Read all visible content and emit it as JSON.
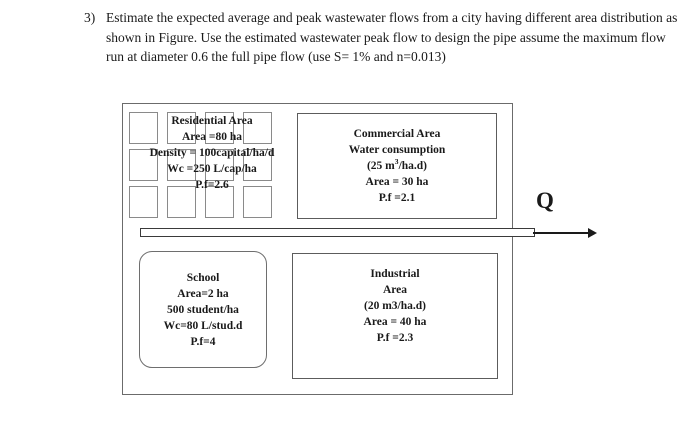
{
  "question": {
    "number": "3)",
    "text": "Estimate the expected average and peak wastewater flows from a city having different area distribution as shown in Figure. Use the estimated wastewater peak flow to design the pipe assume the maximum flow run at diameter 0.6 the full pipe flow (use S=  1% and n=0.013)"
  },
  "figure": {
    "residential": {
      "title": "Residential Area",
      "area": "Area =80 ha",
      "density": "Density = 100capital/ha/d",
      "wc": "Wc =250 L/cap/ha",
      "pf": "P.f=2.6",
      "grid_cols": 4,
      "grid_rows": 3
    },
    "commercial": {
      "title": "Commercial Area",
      "consumption_label": "Water consumption",
      "consumption_value_pre": "(25 m",
      "consumption_value_sup": "3",
      "consumption_value_post": "/ha.d)",
      "area": "Area = 30 ha",
      "pf": "P.f =2.1"
    },
    "school": {
      "title": "School",
      "area": "Area=2 ha",
      "students": "500 student/ha",
      "wc": "Wc=80 L/stud.d",
      "pf": "P.f=4"
    },
    "industrial": {
      "title": "Industrial",
      "subtitle": "Area",
      "consumption": "(20 m3/ha.d)",
      "area": "Area = 40 ha",
      "pf": "P.f =2.3"
    },
    "flow_label": "Q",
    "colors": {
      "frame_border": "#6b6b6b",
      "box_border": "#5c5c5c",
      "grid_border": "#8a8a8a",
      "pipe_stroke": "#3a3a3a",
      "text": "#1a1a1a"
    }
  }
}
